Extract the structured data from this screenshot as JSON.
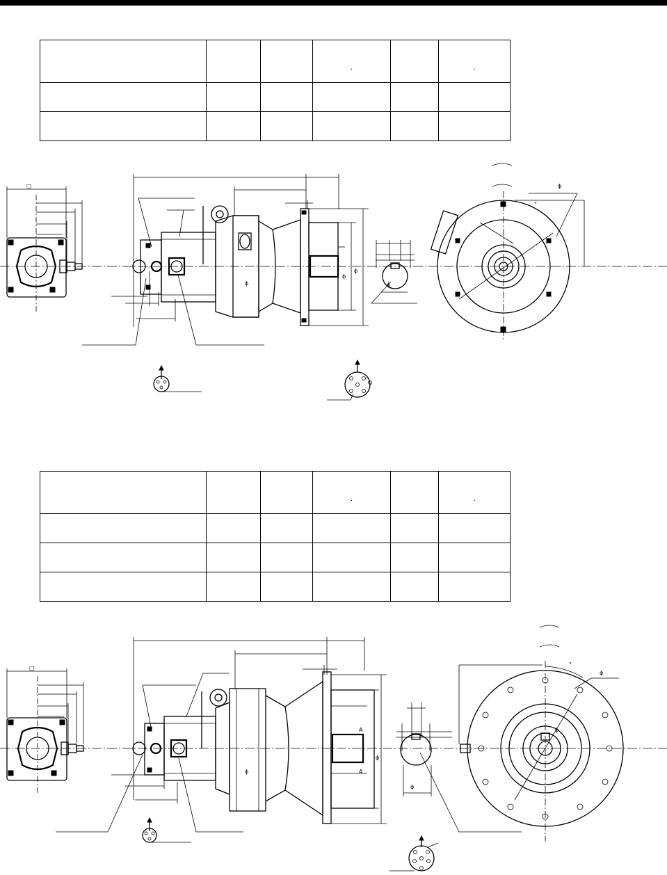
{
  "page": {
    "header_rule": true
  },
  "table1": {
    "rows": 3,
    "cols": 6,
    "cells": [
      [
        "",
        "",
        "",
        "",
        "",
        ""
      ],
      [
        "",
        "",
        "",
        "",
        "",
        ""
      ],
      [
        "",
        "",
        "",
        "",
        "",
        ""
      ]
    ]
  },
  "table2": {
    "rows": 4,
    "cols": 6,
    "cells": [
      [
        "",
        "",
        "",
        "",
        "",
        ""
      ],
      [
        "",
        "",
        "",
        "",
        "",
        ""
      ],
      [
        "",
        "",
        "",
        "",
        "",
        ""
      ],
      [
        "",
        "",
        "",
        "",
        "",
        ""
      ]
    ]
  },
  "glyphs": {
    "square": "□",
    "diameter": "ϕ",
    "degree": "°",
    "arrow": "A"
  }
}
